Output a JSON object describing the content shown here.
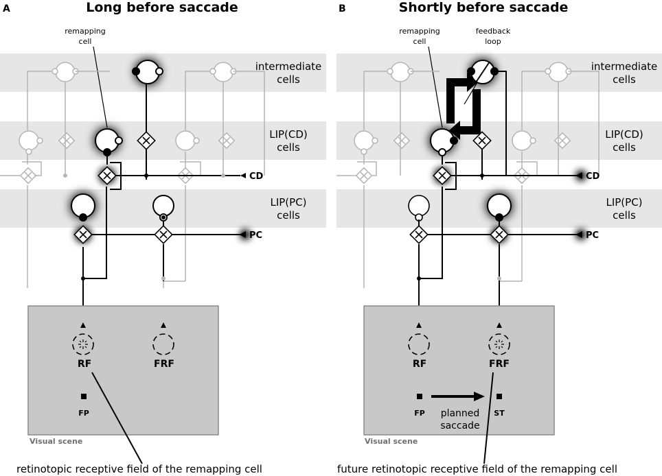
{
  "panel_a": {
    "letter": "A",
    "title": "Long before saccade",
    "remapping_label_line1": "remapping",
    "remapping_label_line2": "cell",
    "bands": {
      "intermediate_line1": "intermediate",
      "intermediate_line2": "cells",
      "lipcd_line1": "LIP(CD)",
      "lipcd_line2": "cells",
      "lippc_line1": "LIP(PC)",
      "lippc_line2": "cells"
    },
    "cd_input": "CD",
    "pc_input": "PC",
    "rf_label": "RF",
    "frf_label": "FRF",
    "fp_label": "FP",
    "scene_label": "Visual scene",
    "caption": "retinotopic receptive field of the remapping cell"
  },
  "panel_b": {
    "letter": "B",
    "title": "Shortly before saccade",
    "remapping_label_line1": "remapping",
    "remapping_label_line2": "cell",
    "feedback_label_line1": "feedback",
    "feedback_label_line2": "loop",
    "bands": {
      "intermediate_line1": "intermediate",
      "intermediate_line2": "cells",
      "lipcd_line1": "LIP(CD)",
      "lipcd_line2": "cells",
      "lippc_line1": "LIP(PC)",
      "lippc_line2": "cells"
    },
    "cd_input": "CD",
    "pc_input": "PC",
    "rf_label": "RF",
    "frf_label": "FRF",
    "fp_label": "FP",
    "st_label": "ST",
    "saccade_label_line1": "planned",
    "saccade_label_line2": "saccade",
    "scene_label": "Visual scene",
    "caption": "future retinotopic receptive field of the remapping cell"
  },
  "colors": {
    "band": "#e6e6e6",
    "scene": "#c8c8c8",
    "inactive": "#b4b4b4",
    "active": "#000000",
    "glow": "#000000"
  }
}
